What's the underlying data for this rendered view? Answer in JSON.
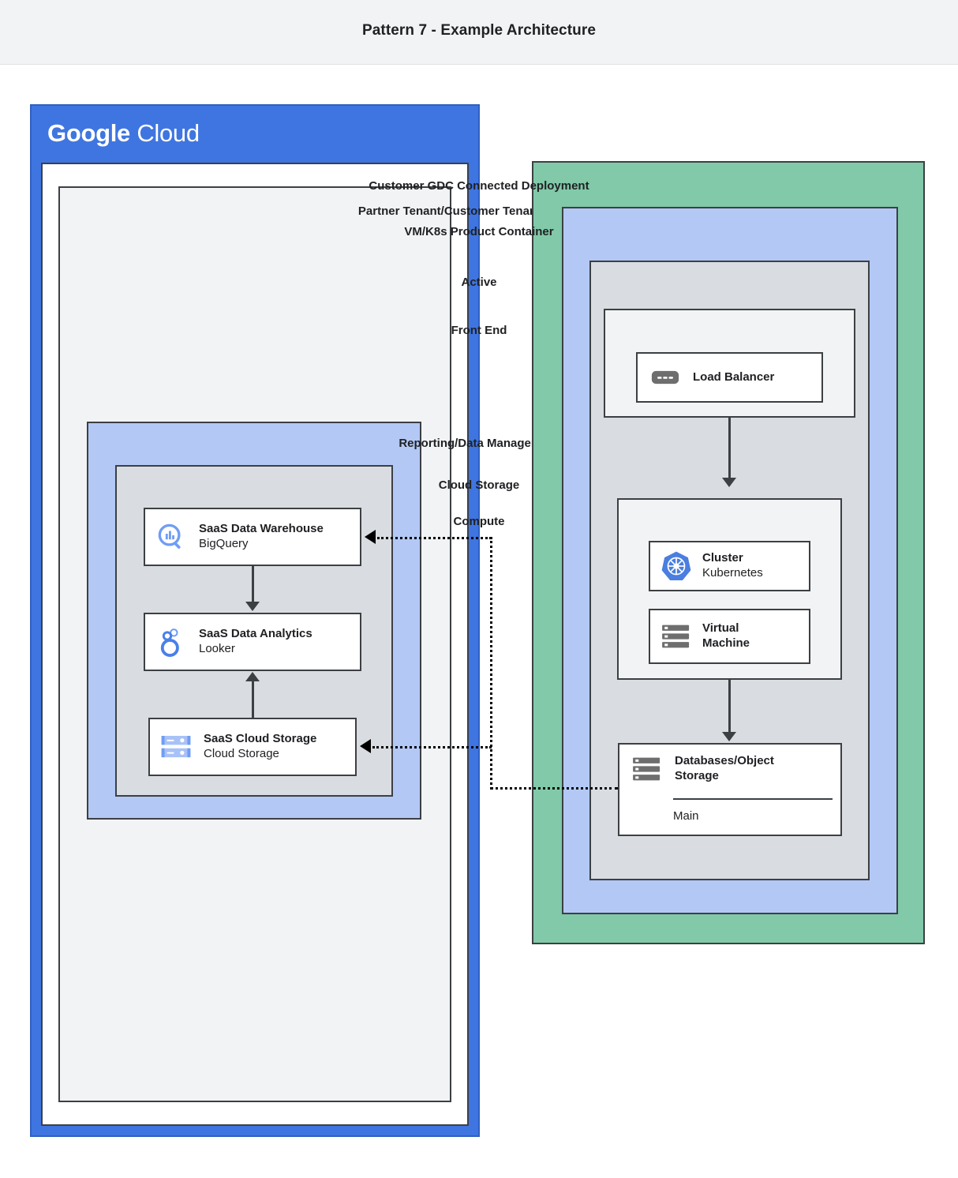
{
  "header": {
    "title": "Pattern 7 - Example Architecture"
  },
  "google_cloud": {
    "logo_bold": "Google",
    "logo_light": "Cloud",
    "brand_color": "#3f75e0",
    "tenant": {
      "title": "Partner Tenant/Customer Tenant (Optional)"
    },
    "reporting": {
      "title": "Reporting/Data Management",
      "color": "#b3c8f5",
      "cloud_storage_group": {
        "title": "Cloud Storage",
        "color": "#d9dce0",
        "nodes": [
          {
            "icon": "bigquery-icon",
            "title": "SaaS Data Warehouse",
            "subtitle": "BigQuery"
          },
          {
            "icon": "looker-icon",
            "title": "SaaS Data Analytics",
            "subtitle": "Looker"
          },
          {
            "icon": "cloud-storage-icon",
            "title": "SaaS Cloud Storage",
            "subtitle": "Cloud Storage"
          }
        ]
      }
    }
  },
  "gdc": {
    "title": "Customer GDC Connected Deployment",
    "color": "#81c9a8",
    "product_container": {
      "title": "VM/K8s Product Container",
      "color": "#b3c8f5",
      "active": {
        "title": "Active",
        "color": "#d9dce0",
        "front_end": {
          "title": "Front End",
          "color": "#f1f3f4",
          "nodes": [
            {
              "icon": "load-balancer-icon",
              "title": "Load Balancer",
              "subtitle": ""
            }
          ]
        },
        "compute": {
          "title": "Compute",
          "color": "#f1f3f4",
          "nodes": [
            {
              "icon": "kubernetes-icon",
              "title": "Cluster",
              "subtitle": "Kubernetes"
            },
            {
              "icon": "virtual-machine-icon",
              "title": "Virtual",
              "subtitle": "Machine"
            }
          ]
        },
        "database": {
          "icon": "database-icon",
          "title_line1": "Databases/Object",
          "title_line2": "Storage",
          "subtitle": "Main"
        }
      }
    }
  },
  "connections": [
    {
      "from": "load-balancer",
      "to": "compute",
      "style": "solid-arrow-down"
    },
    {
      "from": "compute",
      "to": "database",
      "style": "solid-arrow-down"
    },
    {
      "from": "saas-data-warehouse",
      "to": "saas-data-analytics",
      "style": "solid-arrow-down"
    },
    {
      "from": "saas-cloud-storage",
      "to": "saas-data-analytics",
      "style": "solid-arrow-up"
    },
    {
      "from": "database",
      "to": "saas-data-warehouse",
      "style": "dotted-arrow-left"
    },
    {
      "from": "database",
      "to": "saas-cloud-storage",
      "style": "dotted-arrow-left"
    }
  ]
}
